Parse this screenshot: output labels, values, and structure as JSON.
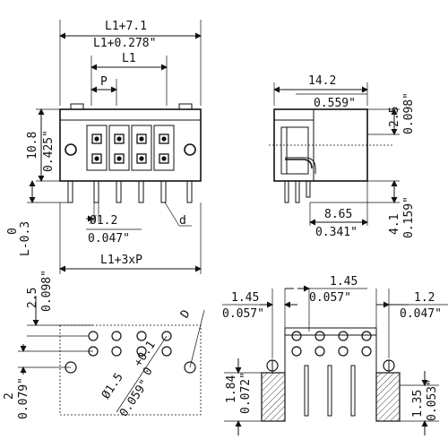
{
  "front_view": {
    "dim_overall_mm": "L1+7.1",
    "dim_overall_in": "L1+0.278\"",
    "dim_l1": "L1",
    "dim_pitch": "P",
    "dim_height_mm": "10.8",
    "dim_height_in": "0.425\"",
    "dim_tol_top": "0",
    "dim_tol_bottom": "L-0.3",
    "dim_pin_dia_mm": "Ø1.2",
    "dim_pin_dia_in": "0.047\"",
    "label_d": "d",
    "dim_bottom": "L1+3xP"
  },
  "side_view": {
    "dim_width_mm": "14.2",
    "dim_width_in": "0.559\"",
    "dim_top_mm": "2.5",
    "dim_top_in": "0.098\"",
    "dim_pin_mm": "8.65",
    "dim_pin_in": "0.341\"",
    "dim_len_mm": "4.1",
    "dim_len_in": "0.159\""
  },
  "pcb_layout": {
    "dim_top_mm": "2.5",
    "dim_top_in": "0.098\"",
    "dim_left_mm": "2",
    "dim_left_in": "0.079\"",
    "dim_hole_dia": "Ø1.5",
    "dim_hole_tol_plus": "+0.1",
    "dim_hole_tol_zero": "0",
    "dim_hole_in": "0.059\"",
    "label_d": "D"
  },
  "bottom_view": {
    "dim_left_mm": "1.45",
    "dim_left_in": "0.057\"",
    "dim_mid_mm": "1.45",
    "dim_mid_in": "0.057\"",
    "dim_right_mm": "1.2",
    "dim_right_in": "0.047\"",
    "dim_height_l_mm": "1.84",
    "dim_height_l_in": "0.072\"",
    "dim_height_r_mm": "1.35",
    "dim_height_r_in": "0.053\""
  }
}
